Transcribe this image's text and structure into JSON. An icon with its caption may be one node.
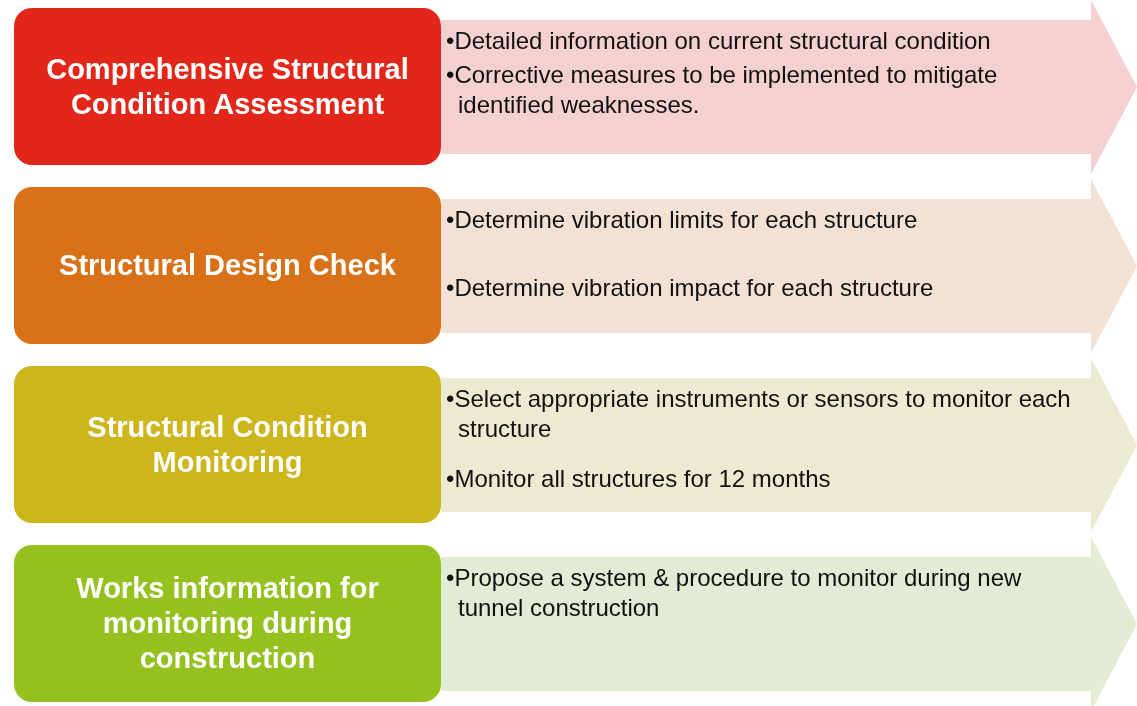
{
  "diagram": {
    "nodes": [
      {
        "text": [
          "Comprehensive Structural Condition Assessment"
        ]
      },
      {
        "text": [
          "•Detailed information on current structural condition",
          "•Corrective measures to be implemented to mitigate identified weaknesses."
        ]
      },
      {
        "text": [
          "Structural Design Check"
        ]
      },
      {
        "text": [
          "•Determine vibration limits for each structure",
          "•Determine vibration impact for each structure"
        ]
      },
      {
        "text": [
          "Structural Condition Monitoring"
        ]
      },
      {
        "text": [
          "•Select appropriate instruments or sensors to monitor each structure",
          "•Monitor all structures for 12 months"
        ]
      },
      {
        "text": [
          "Works information for monitoring during construction"
        ]
      },
      {
        "text": [
          "•Propose a system & procedure to monitor during new tunnel construction"
        ]
      }
    ]
  }
}
